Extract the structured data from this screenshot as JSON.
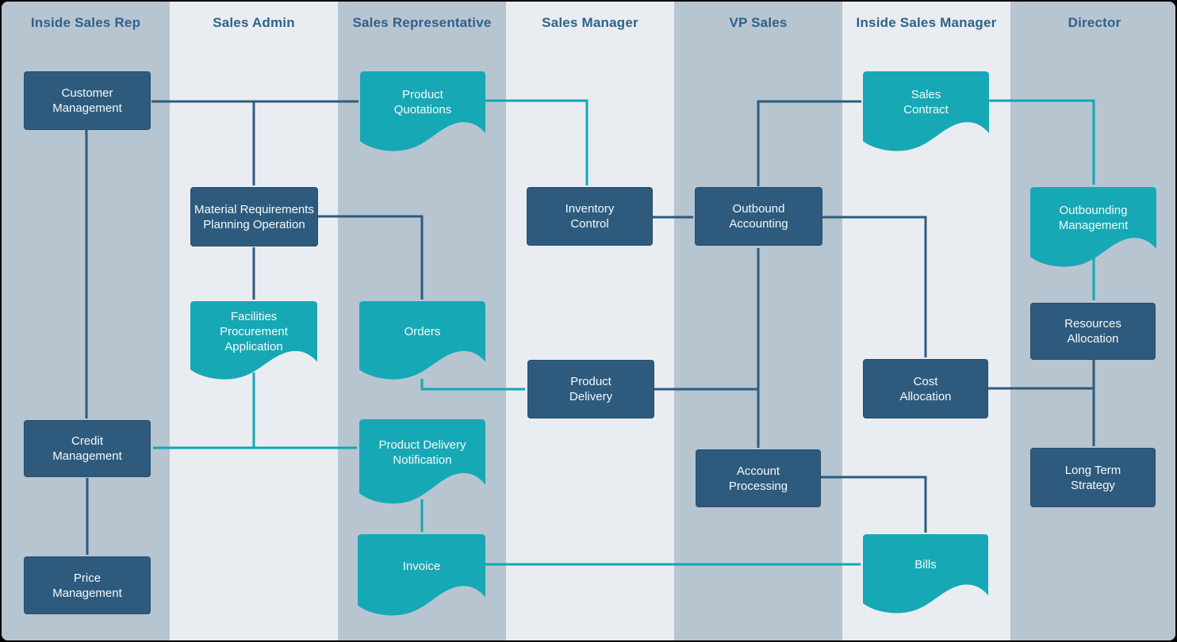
{
  "diagram": {
    "type": "swimlane-flowchart"
  },
  "lanes": [
    {
      "label": "Inside Sales Rep"
    },
    {
      "label": "Sales Admin"
    },
    {
      "label": "Sales Representative"
    },
    {
      "label": "Sales Manager"
    },
    {
      "label": "VP Sales"
    },
    {
      "label": "Inside Sales Manager"
    },
    {
      "label": "Director"
    }
  ],
  "nodes": {
    "customer_management": {
      "label": "Customer\nManagement",
      "shape": "process",
      "lane": "Inside Sales Rep"
    },
    "credit_management": {
      "label": "Credit\nManagement",
      "shape": "process",
      "lane": "Inside Sales Rep"
    },
    "price_management": {
      "label": "Price\nManagement",
      "shape": "process",
      "lane": "Inside Sales Rep"
    },
    "mrp_operation": {
      "label": "Material Requirements\nPlanning Operation",
      "shape": "process",
      "lane": "Sales Admin"
    },
    "facilities_procurement": {
      "label": "Facilities\nProcurement\nApplication",
      "shape": "document",
      "lane": "Sales Admin"
    },
    "product_quotations": {
      "label": "Product\nQuotations",
      "shape": "document",
      "lane": "Sales Representative"
    },
    "orders": {
      "label": "Orders",
      "shape": "document",
      "lane": "Sales Representative"
    },
    "product_delivery_notification": {
      "label": "Product Delivery\nNotification",
      "shape": "document",
      "lane": "Sales Representative"
    },
    "invoice": {
      "label": "Invoice",
      "shape": "document",
      "lane": "Sales Representative"
    },
    "inventory_control": {
      "label": "Inventory\nControl",
      "shape": "process",
      "lane": "Sales Manager"
    },
    "product_delivery": {
      "label": "Product\nDelivery",
      "shape": "process",
      "lane": "Sales Manager"
    },
    "outbound_accounting": {
      "label": "Outbound\nAccounting",
      "shape": "process",
      "lane": "VP Sales"
    },
    "account_processing": {
      "label": "Account\nProcessing",
      "shape": "process",
      "lane": "VP Sales"
    },
    "sales_contract": {
      "label": "Sales\nContract",
      "shape": "document",
      "lane": "Inside Sales Manager"
    },
    "cost_allocation": {
      "label": "Cost\nAllocation",
      "shape": "process",
      "lane": "Inside Sales Manager"
    },
    "bills": {
      "label": "Bills",
      "shape": "document",
      "lane": "Inside Sales Manager"
    },
    "outbounding_management": {
      "label": "Outbounding\nManagement",
      "shape": "document",
      "lane": "Director"
    },
    "resources_allocation": {
      "label": "Resources\nAllocation",
      "shape": "process",
      "lane": "Director"
    },
    "long_term_strategy": {
      "label": "Long Term\nStrategy",
      "shape": "process",
      "lane": "Director"
    }
  },
  "edges": [
    {
      "from": "customer_management",
      "to": "product_quotations",
      "color": "dark"
    },
    {
      "from": "customer_management",
      "to": "mrp_operation",
      "color": "dark"
    },
    {
      "from": "customer_management",
      "to": "credit_management",
      "color": "dark"
    },
    {
      "from": "credit_management",
      "to": "price_management",
      "color": "dark"
    },
    {
      "from": "mrp_operation",
      "to": "orders",
      "color": "dark"
    },
    {
      "from": "mrp_operation",
      "to": "facilities_procurement",
      "color": "dark"
    },
    {
      "from": "facilities_procurement",
      "to": "credit_management",
      "color": "teal"
    },
    {
      "from": "facilities_procurement",
      "to": "product_delivery_notification",
      "color": "teal"
    },
    {
      "from": "product_quotations",
      "to": "inventory_control",
      "color": "teal"
    },
    {
      "from": "inventory_control",
      "to": "outbound_accounting",
      "color": "dark"
    },
    {
      "from": "orders",
      "to": "product_delivery",
      "color": "teal"
    },
    {
      "from": "product_delivery",
      "to": "outbound_accounting",
      "color": "dark"
    },
    {
      "from": "outbound_accounting",
      "to": "sales_contract",
      "color": "dark"
    },
    {
      "from": "outbound_accounting",
      "to": "cost_allocation",
      "color": "dark"
    },
    {
      "from": "outbound_accounting",
      "to": "account_processing",
      "color": "dark"
    },
    {
      "from": "sales_contract",
      "to": "outbounding_management",
      "color": "teal"
    },
    {
      "from": "outbounding_management",
      "to": "resources_allocation",
      "color": "teal"
    },
    {
      "from": "resources_allocation",
      "to": "long_term_strategy",
      "color": "dark"
    },
    {
      "from": "cost_allocation",
      "to": "long_term_strategy",
      "color": "dark"
    },
    {
      "from": "account_processing",
      "to": "bills",
      "color": "dark"
    },
    {
      "from": "product_delivery_notification",
      "to": "invoice",
      "color": "teal"
    },
    {
      "from": "invoice",
      "to": "bills",
      "color": "teal"
    }
  ],
  "colors": {
    "lane_dark": "#b7c5d1",
    "lane_light": "#e9edf1",
    "process_fill": "#2e5b7d",
    "document_fill": "#17a8b5",
    "arrow_dark": "#2e5b7d",
    "arrow_teal": "#10a8b6",
    "header_text": "#2e618c",
    "node_text": "#f6f9fb"
  }
}
